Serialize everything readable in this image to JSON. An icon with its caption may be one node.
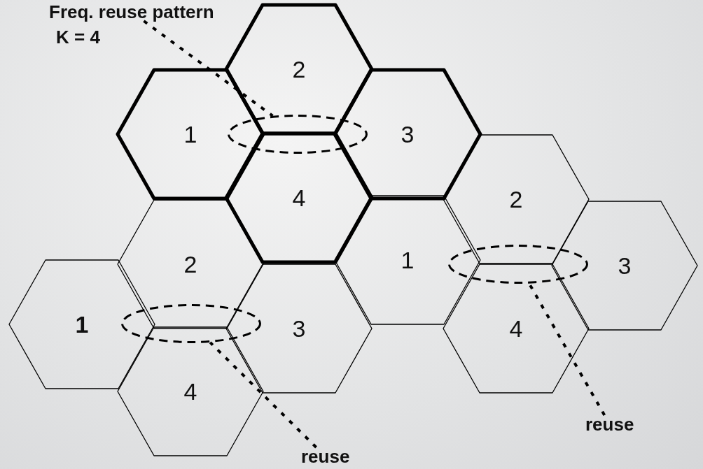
{
  "diagram": {
    "nodes": [
      {
        "text": [
          "Freq. reuse pattern"
        ]
      },
      {
        "text": [
          "2"
        ]
      },
      {
        "text": [
          "1"
        ]
      },
      {
        "text": [
          "3"
        ]
      },
      {
        "text": [
          "4"
        ]
      },
      {
        "text": [
          "2"
        ]
      },
      {
        "text": [
          "2"
        ]
      },
      {
        "text": [
          "1"
        ]
      },
      {
        "text": [
          "3"
        ]
      },
      {
        "text": [
          "1"
        ]
      },
      {
        "text": [
          "3"
        ]
      },
      {
        "text": [
          "4"
        ]
      },
      {
        "text": [
          "4"
        ]
      },
      {
        "text": [],
        "shape": "ellipse"
      },
      {
        "text": [],
        "shape": "ellipse"
      },
      {
        "text": [],
        "shape": "ellipse"
      },
      {
        "text": [
          "reuse"
        ]
      },
      {
        "text": [
          "reuse"
        ]
      }
    ],
    "edges": [
      {
        "from": 0,
        "to": 13,
        "arrow": "none"
      },
      {
        "from": 17,
        "to": 14,
        "arrow": "none"
      },
      {
        "from": 16,
        "to": 15,
        "arrow": "none"
      }
    ],
    "labels": [
      "K = 4"
    ]
  }
}
